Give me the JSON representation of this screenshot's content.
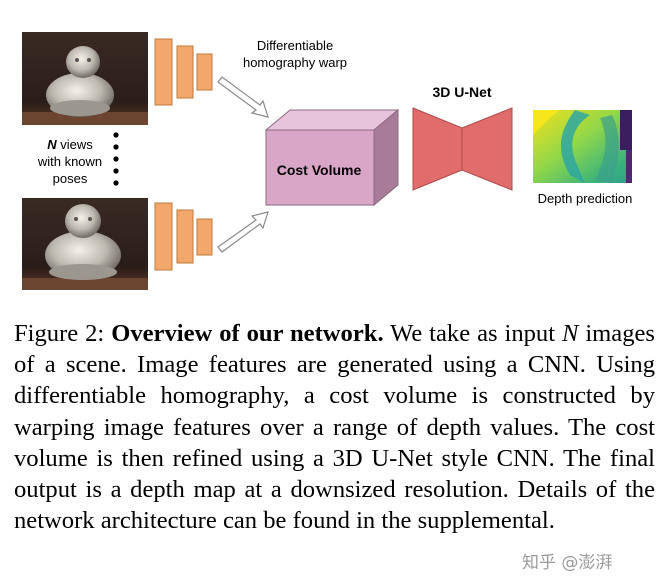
{
  "diagram": {
    "warp_label_line1": "Differentiable",
    "warp_label_line2": "homography warp",
    "views_label_line1_italic": "N",
    "views_label_line1_rest": " views",
    "views_label_line2": "with known",
    "views_label_line3": "poses",
    "cost_volume_label": "Cost Volume",
    "unet_label": "3D U-Net",
    "depth_label": "Depth prediction"
  },
  "caption": {
    "figure_label": "Figure 2:",
    "title": "Overview of our network.",
    "text_part1": "We take as input",
    "var_n": "N",
    "text_part2": "images of a scene. Image features are generated using a CNN. Using differentiable homography, a cost volume is constructed by warping image features over a range of depth values. The cost volume is then refined using a 3D U-Net style CNN. The final output is a depth map at a downsized resolution. Details of the network architecture can be found in the supplemental."
  },
  "watermark": "知乎 @澎湃",
  "colors": {
    "feature_bar": "#f2a86a",
    "cost_volume_front": "#d9a6c8",
    "unet": "#e06c6c"
  }
}
